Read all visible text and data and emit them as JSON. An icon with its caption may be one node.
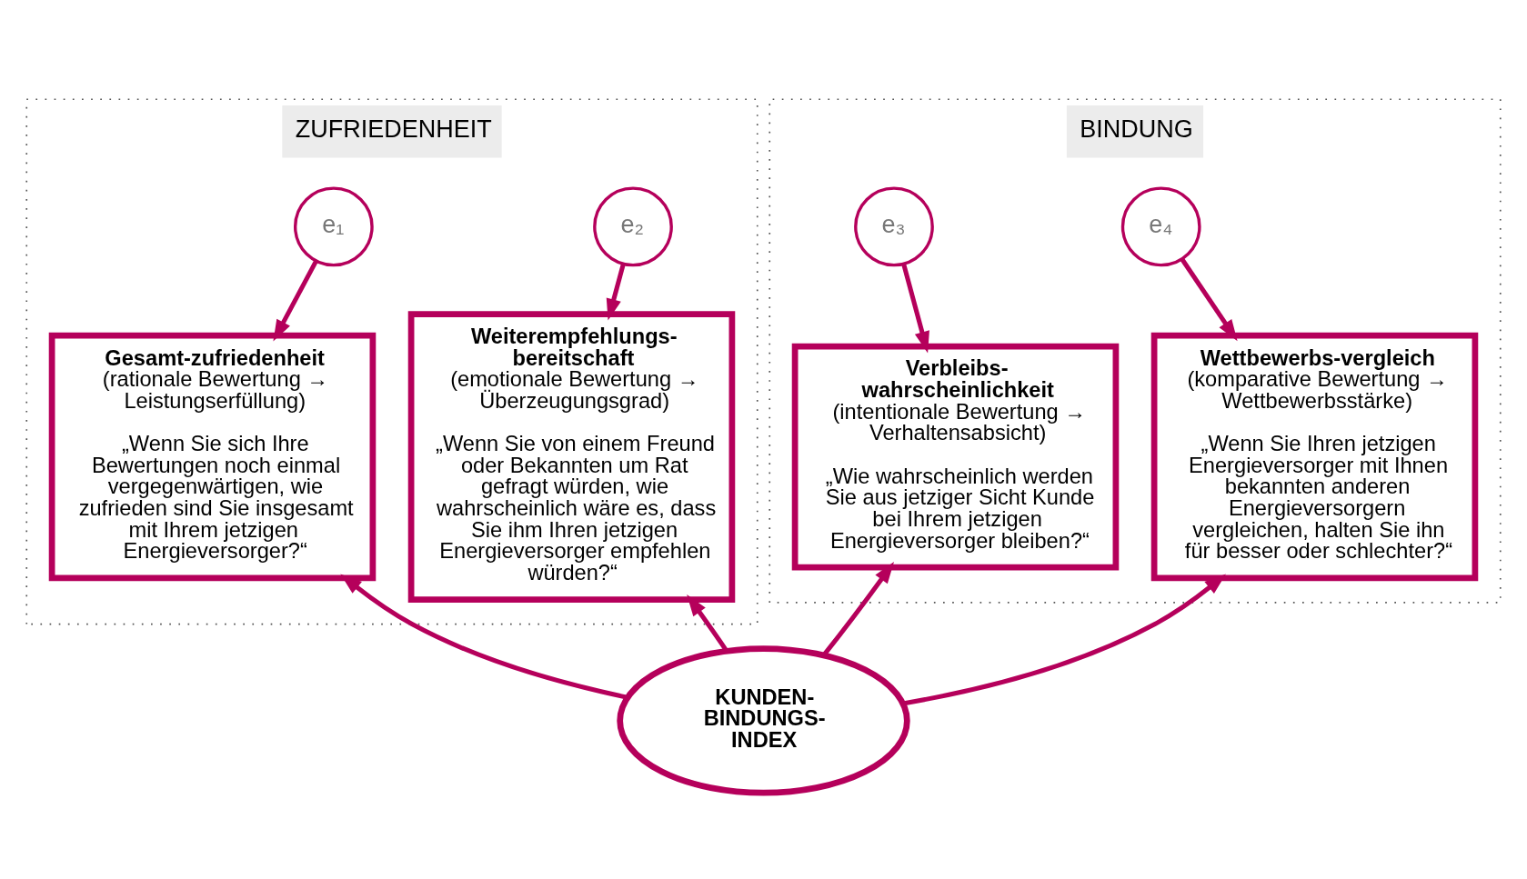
{
  "diagram": {
    "nodes": [
      {
        "text": [
          "ZUFRIEDENHEIT"
        ]
      },
      {
        "text": [
          "e₁"
        ],
        "in": 0
      },
      {
        "text": [
          "e₂"
        ],
        "in": 0
      },
      {
        "text": [
          "Gesamt-zufriedenheit",
          "(rationale Bewertung → Leistungserfüllung)",
          "„Wenn Sie sich Ihre Bewertungen noch einmal vergegenwärtigen, wie zufrieden sind Sie insgesamt mit Ihrem jetzigen Energieversorger?“"
        ],
        "in": 0
      },
      {
        "text": [
          "Weiterempfehlungs-bereitschaft",
          "(emotionale Bewertung → Überzeugungsgrad)",
          "„Wenn Sie von einem Freund oder Bekannten um Rat gefragt würden, wie wahrscheinlich wäre es, dass Sie ihm Ihren jetzigen Energieversorger empfehlen würden?“"
        ],
        "in": 0
      },
      {
        "text": [
          "BINDUNG"
        ]
      },
      {
        "text": [
          "e₃"
        ],
        "in": 5
      },
      {
        "text": [
          "e₄"
        ],
        "in": 5
      },
      {
        "text": [
          "Verbleibs-wahrscheinlichkeit",
          "(intentionale Bewertung → Verhaltensabsicht)",
          "„Wie wahrscheinlich werden Sie aus jetziger Sicht Kunde bei Ihrem jetzigen Energieversorger bleiben?“"
        ],
        "in": 5
      },
      {
        "text": [
          "Wettbewerbs-vergleich",
          "(komparative Bewertung → Wettbewerbsstärke)",
          "„Wenn Sie Ihren jetzigen Energieversorger mit Ihnen bekannten anderen Energieversorgern vergleichen, halten Sie ihn für besser oder schlechter?“"
        ],
        "in": 5
      },
      {
        "text": [
          "KUNDEN-BINDUNGS-INDEX"
        ]
      }
    ],
    "edges": [
      {
        "from": 1,
        "to": 3,
        "arrow": "to"
      },
      {
        "from": 2,
        "to": 4,
        "arrow": "to"
      },
      {
        "from": 6,
        "to": 8,
        "arrow": "to"
      },
      {
        "from": 7,
        "to": 9,
        "arrow": "to"
      },
      {
        "from": 10,
        "to": 3,
        "arrow": "to"
      },
      {
        "from": 10,
        "to": 4,
        "arrow": "to"
      },
      {
        "from": 10,
        "to": 8,
        "arrow": "to"
      },
      {
        "from": 10,
        "to": 9,
        "arrow": "to"
      }
    ]
  }
}
